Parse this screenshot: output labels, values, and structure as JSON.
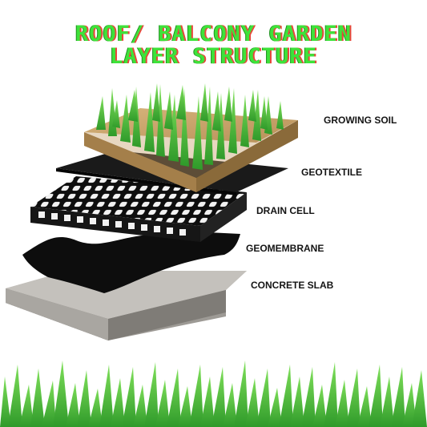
{
  "title": {
    "line1": "ROOF/ BALCONY GARDEN",
    "line2": "LAYER STRUCTURE"
  },
  "layers": [
    {
      "label": "GROWING SOIL"
    },
    {
      "label": "GEOTEXTILE"
    },
    {
      "label": "DRAIN CELL"
    },
    {
      "label": "GEOMEMBRANE"
    },
    {
      "label": "CONCRETE SLAB"
    }
  ],
  "colors": {
    "title_green": "#3ee23a",
    "title_shadow": "#e8453a",
    "grass": "#4cc13a",
    "soil": "#c9a46c",
    "geotextile": "#1a1a1a",
    "drain_cell": "#111111",
    "geomembrane": "#0d0d0d",
    "concrete": "#b9b6b1"
  }
}
